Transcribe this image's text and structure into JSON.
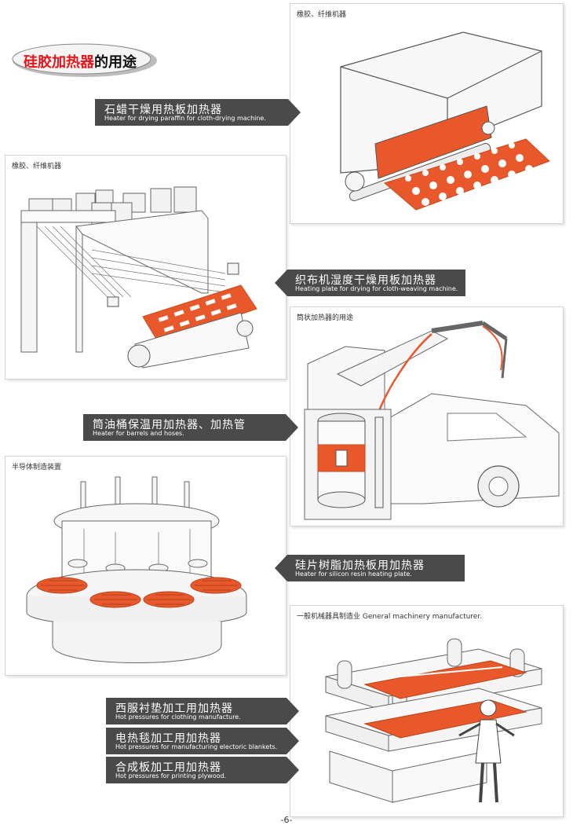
{
  "logo": {
    "red_text": "硅胶加热器",
    "black_text": "的用途"
  },
  "panels": {
    "rubber_top": {
      "label": "橡胶、纤维机器"
    },
    "rubber_left": {
      "label": "橡胶、纤维机器"
    },
    "tube": {
      "label": "筒状加热器的用途"
    },
    "semiconductor": {
      "label": "半导体制造装置"
    },
    "general": {
      "label": "一般机械器具制造业 General machinery manufacturer."
    }
  },
  "banners": [
    {
      "zh": "石蜡干燥用热板加热器",
      "en": "Heater for drying paraffin for cloth-drying machine."
    },
    {
      "zh": "织布机湿度干燥用板加热器",
      "en": "Heating plate for drying for cloth-weaving machine."
    },
    {
      "zh": "筒油桶保温用加热器、加热管",
      "en": "Heater for barrels and hoses."
    },
    {
      "zh": "硅片树脂加热板用加热器",
      "en": "Heater for silicon resin heating plate."
    },
    {
      "zh": "西服衬垫加工用加热器",
      "en": "Hot pressures for clothing manufacture."
    },
    {
      "zh": "电热毯加工用加热器",
      "en": "Hot pressures for manufacturing electoric blankets."
    },
    {
      "zh": "合成板加工用加热器",
      "en": "Hot pressures for printing plywood."
    }
  ],
  "page_number": "-6-",
  "colors": {
    "heater_orange": "#e8582a",
    "banner_gray": "#4a4a4a",
    "logo_red": "#e8141b"
  }
}
